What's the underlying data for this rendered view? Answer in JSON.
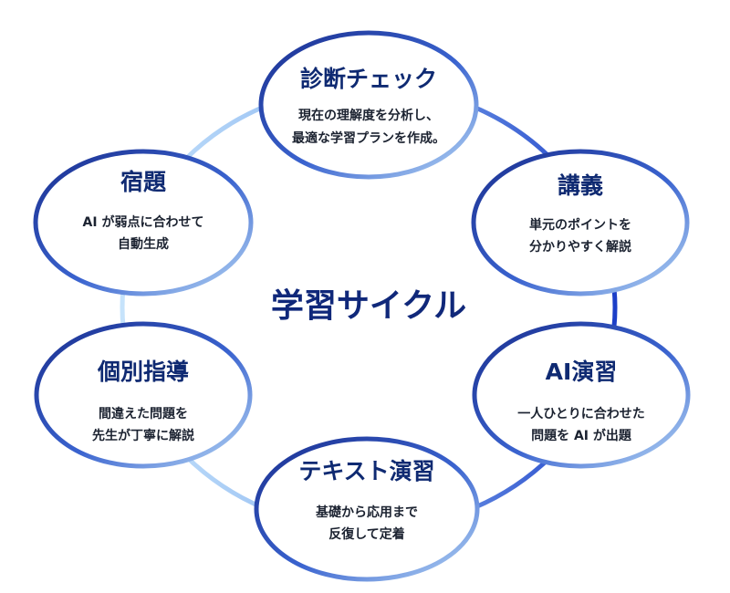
{
  "diagram": {
    "center_title": "学習サイクル",
    "nodes": [
      {
        "title": "診断チェック",
        "desc1": "現在の理解度を分析し、",
        "desc2": "最適な学習プランを作成。"
      },
      {
        "title": "講義",
        "desc1": "単元のポイントを",
        "desc2": "分かりやすく解説"
      },
      {
        "title": "AI演習",
        "desc1": "一人ひとりに合わせた",
        "desc2": "問題を AI が出題"
      },
      {
        "title": "テキスト演習",
        "desc1": "基礎から応用まで",
        "desc2": "反復して定着"
      },
      {
        "title": "個別指導",
        "desc1": "間違えた問題を",
        "desc2": "先生が丁寧に解説"
      },
      {
        "title": "宿題",
        "desc1": "AI が弱点に合わせて",
        "desc2": "自動生成"
      }
    ],
    "colors": {
      "ring_dark": "#1c3fc8",
      "ring_light": "#c6e3fb",
      "node_border_dark": "#1a2f8f",
      "node_border_light": "#b9daf6",
      "title": "#0f2a72",
      "text": "#1b2230"
    }
  }
}
